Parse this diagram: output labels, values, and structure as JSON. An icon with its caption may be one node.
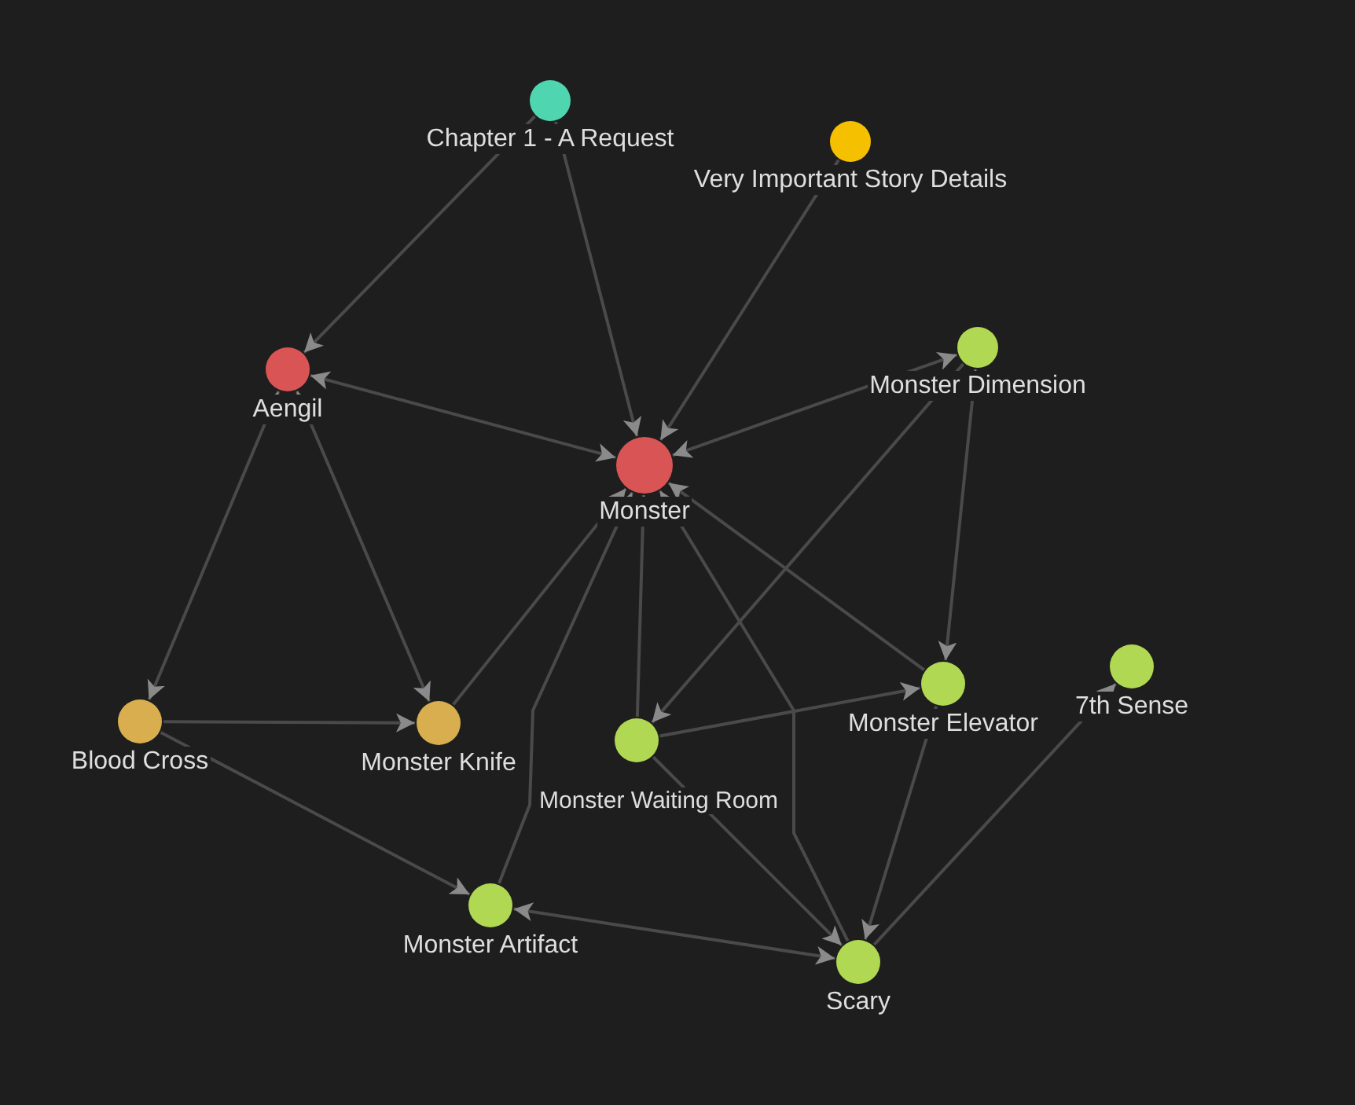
{
  "diagram": {
    "nodes": [
      {
        "text": [
          "Chapter 1 - A Request"
        ]
      },
      {
        "text": [
          "Very Important Story Details"
        ]
      },
      {
        "text": [
          "Aengil"
        ]
      },
      {
        "text": [
          "Monster"
        ]
      },
      {
        "text": [
          "Monster Dimension"
        ]
      },
      {
        "text": [
          "Blood Cross"
        ]
      },
      {
        "text": [
          "Monster Knife"
        ]
      },
      {
        "text": [
          "Monster Waiting Room"
        ]
      },
      {
        "text": [
          "Monster Elevator"
        ]
      },
      {
        "text": [
          "7th Sense"
        ]
      },
      {
        "text": [
          "Monster Artifact"
        ]
      },
      {
        "text": [
          "Scary"
        ]
      }
    ],
    "edges": [
      {
        "from": 0,
        "to": 2,
        "arrow": "to"
      },
      {
        "from": 0,
        "to": 3,
        "arrow": "to"
      },
      {
        "from": 1,
        "to": 3,
        "arrow": "to"
      },
      {
        "from": 2,
        "to": 3,
        "arrow": "both"
      },
      {
        "from": 4,
        "to": 3,
        "arrow": "both"
      },
      {
        "from": 2,
        "to": 5,
        "arrow": "both"
      },
      {
        "from": 2,
        "to": 6,
        "arrow": "both"
      },
      {
        "from": 5,
        "to": 6,
        "arrow": "to"
      },
      {
        "from": 6,
        "to": 3,
        "arrow": "to"
      },
      {
        "from": 10,
        "to": 3,
        "arrow": "to"
      },
      {
        "from": 7,
        "to": 3,
        "arrow": "to"
      },
      {
        "from": 11,
        "to": 3,
        "arrow": "to"
      },
      {
        "from": 8,
        "to": 3,
        "arrow": "to"
      },
      {
        "from": 4,
        "to": 7,
        "arrow": "to"
      },
      {
        "from": 4,
        "to": 8,
        "arrow": "both"
      },
      {
        "from": 7,
        "to": 8,
        "arrow": "to"
      },
      {
        "from": 7,
        "to": 11,
        "arrow": "to"
      },
      {
        "from": 8,
        "to": 11,
        "arrow": "to"
      },
      {
        "from": 10,
        "to": 11,
        "arrow": "both"
      },
      {
        "from": 5,
        "to": 10,
        "arrow": "to"
      },
      {
        "from": 11,
        "to": 9,
        "arrow": "to"
      }
    ]
  }
}
